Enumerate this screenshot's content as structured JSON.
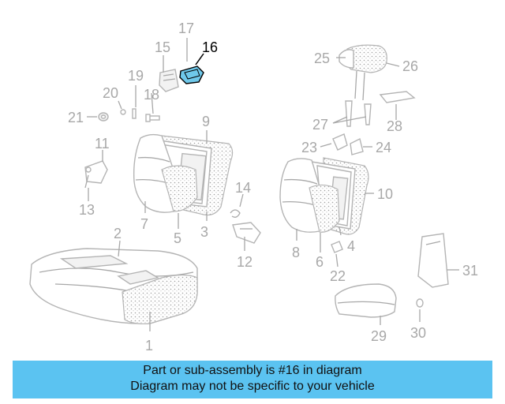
{
  "highlight_part": "16",
  "highlight_color": "#6fc8ea",
  "banner_color": "#5bc3f1",
  "banner": {
    "line1": "Part or sub-assembly is #16 in diagram",
    "line2": "Diagram may not be specific to your vehicle"
  },
  "callouts": {
    "c1": "1",
    "c2": "2",
    "c3": "3",
    "c4": "4",
    "c5": "5",
    "c6": "6",
    "c7": "7",
    "c8": "8",
    "c9": "9",
    "c10": "10",
    "c11": "11",
    "c12": "12",
    "c13": "13",
    "c14": "14",
    "c15": "15",
    "c16": "16",
    "c17": "17",
    "c18": "18",
    "c19": "19",
    "c20": "20",
    "c21": "21",
    "c22": "22",
    "c23": "23",
    "c24": "24",
    "c25": "25",
    "c26": "26",
    "c27": "27",
    "c28": "28",
    "c29": "29",
    "c30": "30",
    "c31": "31"
  }
}
